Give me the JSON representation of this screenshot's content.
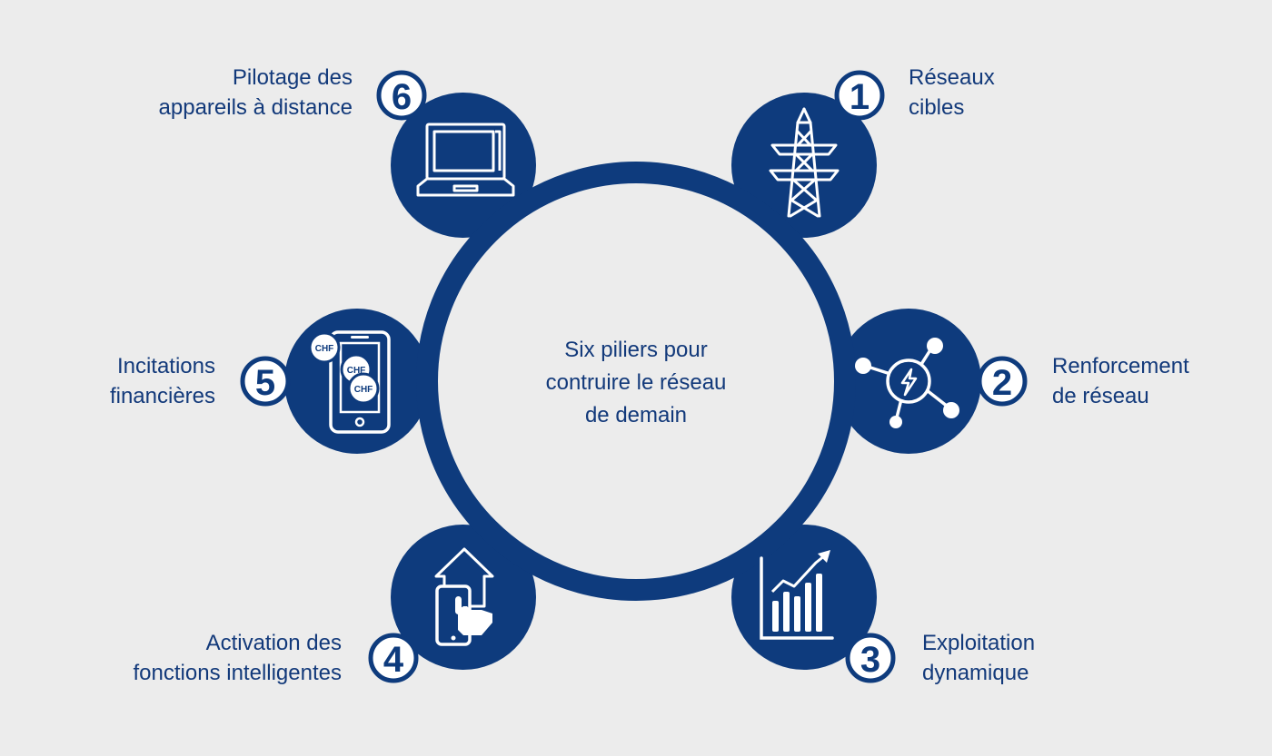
{
  "center": {
    "line1": "Six piliers pour",
    "line2": "contruire le réseau",
    "line3": "de demain"
  },
  "pillars": [
    {
      "number": "1",
      "line1": "Réseaux",
      "line2": "cibles",
      "icon": "power-pylon-icon"
    },
    {
      "number": "2",
      "line1": "Renforcement",
      "line2": "de réseau",
      "icon": "network-hub-icon"
    },
    {
      "number": "3",
      "line1": "Exploitation",
      "line2": "dynamique",
      "icon": "bar-chart-growth-icon"
    },
    {
      "number": "4",
      "line1": "Activation des",
      "line2": "fonctions intelligentes",
      "icon": "smart-home-tap-icon"
    },
    {
      "number": "5",
      "line1": "Incitations",
      "line2": "financières",
      "icon": "phone-chf-coins-icon"
    },
    {
      "number": "6",
      "line1": "Pilotage des",
      "line2": "appareils à distance",
      "icon": "laptop-icon"
    }
  ],
  "coin_label": "CHF",
  "colors": {
    "navy": "#0e3b7d",
    "background": "#ececec",
    "white": "#ffffff"
  }
}
